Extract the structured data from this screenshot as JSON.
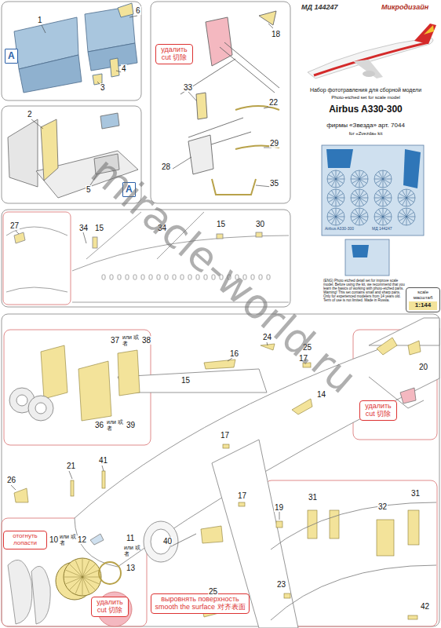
{
  "diagram": {
    "title": "Airbus A330-300",
    "nodes": [
      {
        "text": [
          "A"
        ]
      },
      {
        "text": [
          "A"
        ]
      },
      {
        "text": [
          "удалить cut 切除"
        ]
      },
      {
        "text": [
          "scale масштаб",
          "1:144"
        ]
      },
      {
        "text": [
          "удалить cut 切除"
        ]
      },
      {
        "text": [
          "отогнуть лопасти"
        ]
      },
      {
        "text": [
          "удалить cut 切除"
        ]
      },
      {
        "text": [
          "выровнять поверхность smooth the surface 对齐表面"
        ]
      }
    ],
    "labels": [
      "МД 144247",
      "Микродизайн",
      "Набор фототравления для сборной модели",
      "Photo-etched set for scale model",
      "Airbus A330-300",
      "фирмы «Звезда» арт. 7044",
      "for «Zvezda» kit",
      "Airbus A330-300",
      "МД 144247",
      "(ENG) Photo etched detail set for improve scale model. Before using the kit, we recommend that you learn the basics of working with photo-etched parts. Warning! This set contains small and sharp parts. Only for experienced modelers from 14 years old. Term of use is not limited. Made in Russia.",
      "miracle-world.ru",
      "1",
      "6",
      "4",
      "3",
      "2",
      "5",
      "18",
      "33",
      "22",
      "29",
      "28",
      "35",
      "27",
      "34",
      "15",
      "34",
      "15",
      "30",
      "37",
      "или 或者",
      "38",
      "36",
      "или 或者",
      "39",
      "16",
      "24",
      "25",
      "17",
      "14",
      "15",
      "17",
      "17",
      "21",
      "41",
      "26",
      "40",
      "25",
      "10",
      "или 或者",
      "12",
      "11",
      "или 或者",
      "13",
      "20",
      "31",
      "32",
      "31",
      "19",
      "23",
      "42"
    ]
  }
}
